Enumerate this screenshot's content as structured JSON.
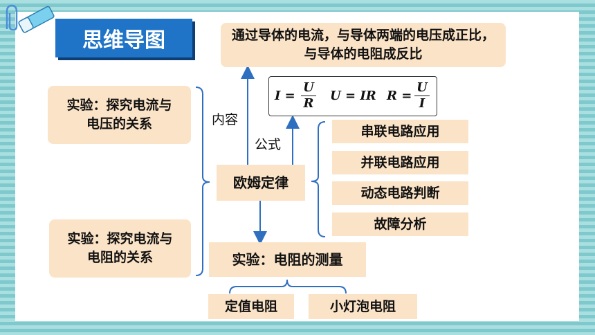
{
  "title": "思维导图",
  "center": "欧姆定律",
  "content_label": "内容",
  "content_text": "通过导体的电流，与导体两端的电压成正比，与导体的电阻成反比",
  "formula_label": "公式",
  "formula": {
    "f1_left": "I =",
    "f1_num": "U",
    "f1_den": "R",
    "f2": "U = IR",
    "f3_left": "R =",
    "f3_num": "U",
    "f3_den": "I"
  },
  "experiments_left": [
    "实验：探究电流与电压的关系",
    "实验：探究电流与电阻的关系"
  ],
  "applications": [
    "串联电路应用",
    "并联电路应用",
    "动态电路判断",
    "故障分析"
  ],
  "measurement": "实验：电阻的测量",
  "measurement_children": [
    "定值电阻",
    "小灯泡电阻"
  ],
  "colors": {
    "box": "#fbe3c7",
    "title": "#1f74c8",
    "line": "#2f6fc0",
    "background": "#8fd3d6"
  }
}
